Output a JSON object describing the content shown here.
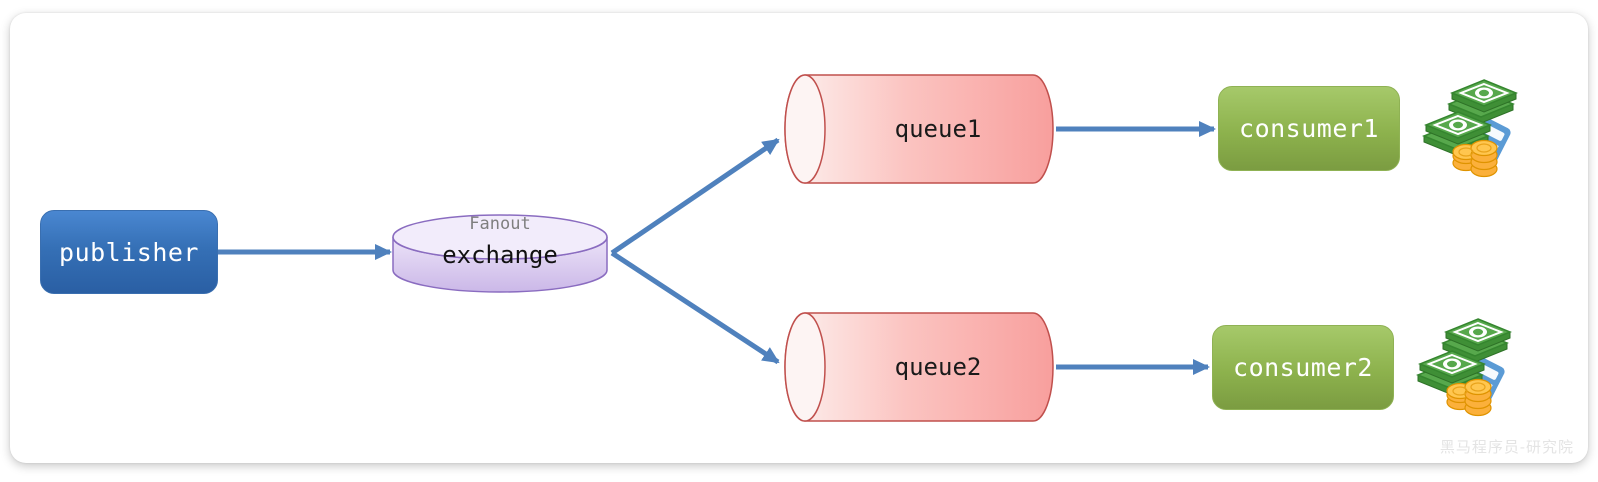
{
  "diagram": {
    "kind": "message-flow",
    "nodes": {
      "publisher": {
        "label": "publisher",
        "shape": "rounded-rect",
        "color": "#3570b6"
      },
      "exchange": {
        "badge": "Fanout",
        "label": "exchange",
        "shape": "cylinder-vertical",
        "color": "#d9c9ef"
      },
      "queue1": {
        "label": "queue1",
        "shape": "cylinder-horizontal",
        "color": "#f9a8a5"
      },
      "queue2": {
        "label": "queue2",
        "shape": "cylinder-horizontal",
        "color": "#f9a8a5"
      },
      "consumer1": {
        "label": "consumer1",
        "shape": "rounded-rect",
        "color": "#8db24d"
      },
      "consumer2": {
        "label": "consumer2",
        "shape": "rounded-rect",
        "color": "#8db24d"
      }
    },
    "edges": [
      {
        "from": "publisher",
        "to": "exchange"
      },
      {
        "from": "exchange",
        "to": "queue1"
      },
      {
        "from": "exchange",
        "to": "queue2"
      },
      {
        "from": "queue1",
        "to": "consumer1"
      },
      {
        "from": "queue2",
        "to": "consumer2"
      }
    ],
    "icons": [
      {
        "name": "money-icon",
        "attached_to": "consumer1"
      },
      {
        "name": "money-icon",
        "attached_to": "consumer2"
      }
    ],
    "colors": {
      "arrow": "#4f81bd",
      "queue_stroke": "#c0504d",
      "exchange_stroke": "#8a6cc0",
      "fanout_caption": "#7f7f7f"
    },
    "watermark": "黑马程序员-研究院"
  }
}
